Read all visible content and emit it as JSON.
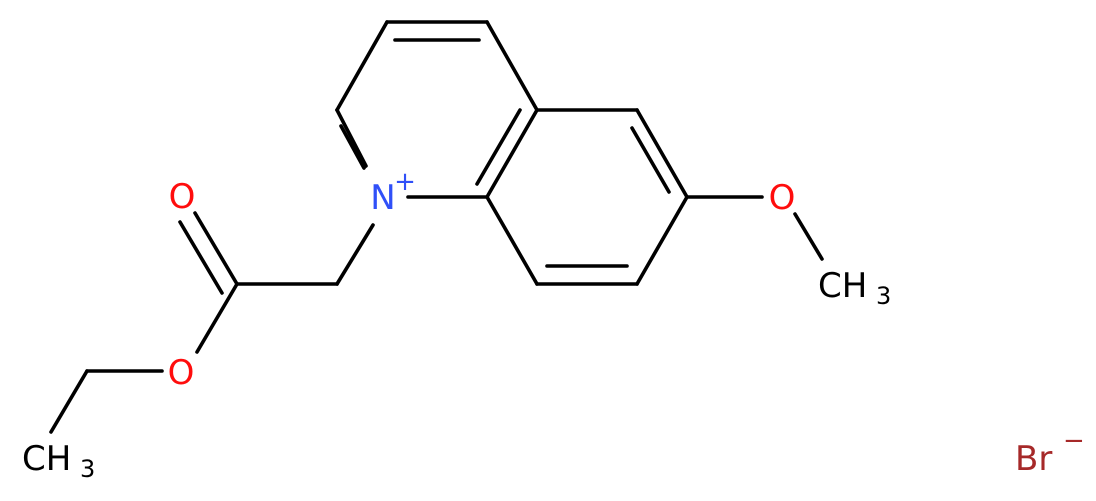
{
  "atoms": {
    "carbonyl_oxygen": "O",
    "ester_oxygen": "O",
    "ether_oxygen": "O",
    "nitrogen": "N",
    "nitrogen_charge": "+",
    "methyl_ethyl": "CH",
    "methyl_ethyl_sub": "3",
    "methyl_methoxy": "CH",
    "methyl_methoxy_sub": "3",
    "counterion": "Br",
    "counterion_charge": "−"
  },
  "colors": {
    "bond": "#000000",
    "oxygen": "#ff0d0d",
    "nitrogen": "#3050f8",
    "bromine": "#a62929",
    "carbon_label": "#000000"
  }
}
